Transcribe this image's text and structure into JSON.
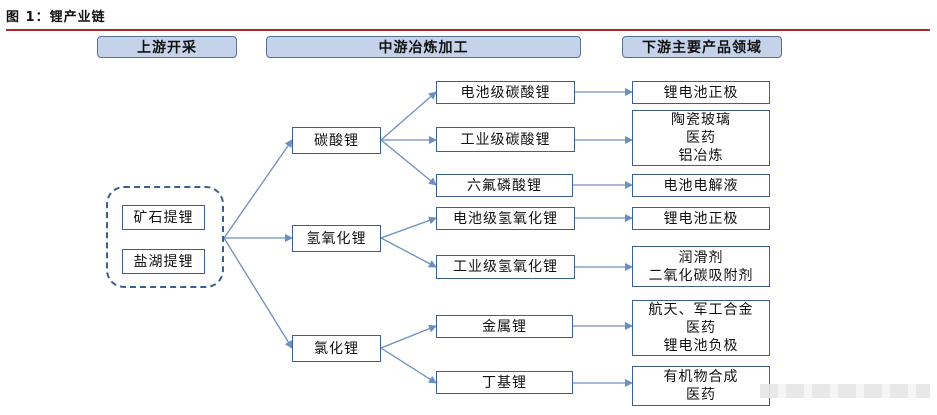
{
  "figure": {
    "title": "图 1：锂产业链",
    "accent_color": "#a52a2a"
  },
  "headers": {
    "upstream": "上游开采",
    "midstream": "中游冶炼加工",
    "downstream": "下游主要产品领域"
  },
  "upstream": {
    "items": [
      "矿石提锂",
      "盐湖提锂"
    ]
  },
  "midstream": {
    "level1": [
      "碳酸锂",
      "氢氧化锂",
      "氯化锂"
    ],
    "level2": [
      "电池级碳酸锂",
      "工业级碳酸锂",
      "六氟磷酸锂",
      "电池级氢氧化锂",
      "工业级氢氧化锂",
      "金属锂",
      "丁基锂"
    ]
  },
  "downstream": {
    "d1": [
      "锂电池正极"
    ],
    "d2": [
      "陶瓷玻璃",
      "医药",
      "铝冶炼"
    ],
    "d3": [
      "电池电解液"
    ],
    "d4": [
      "锂电池正极"
    ],
    "d5": [
      "润滑剂",
      "二氧化碳吸附剂"
    ],
    "d6": [
      "航天、军工合金",
      "医药",
      "锂电池负极"
    ],
    "d7": [
      "有机物合成",
      "医药"
    ]
  },
  "colors": {
    "box_border": "#3b5f93",
    "header_fill": "#c5d3ea",
    "arrow": "#6d8fc0"
  }
}
